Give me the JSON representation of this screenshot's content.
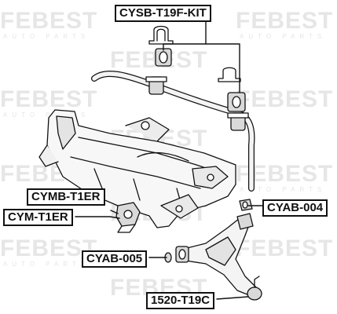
{
  "watermark": {
    "brand": "FEBEST",
    "tagline": "AUTO PARTS"
  },
  "labels": {
    "cysb": "CYSB-T19F-KIT",
    "cymb": "CYMB-T1ER",
    "cym": "CYM-T1ER",
    "cyab004": "CYAB-004",
    "cyab005": "CYAB-005",
    "arm": "1520-T19C"
  },
  "colors": {
    "line": "#111111",
    "part": "#d9d9d9",
    "watermark": "#e6e6e6"
  }
}
